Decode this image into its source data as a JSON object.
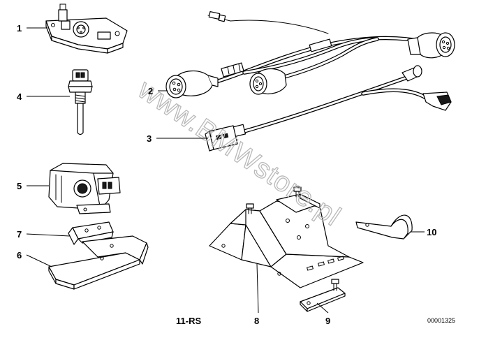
{
  "diagram": {
    "callouts": [
      "1",
      "2",
      "3",
      "4",
      "5",
      "6",
      "7",
      "8",
      "9",
      "10"
    ],
    "footer_label": "11-RS",
    "drawing_code": "00001325",
    "watermark": "www.BMWstore.pl"
  }
}
